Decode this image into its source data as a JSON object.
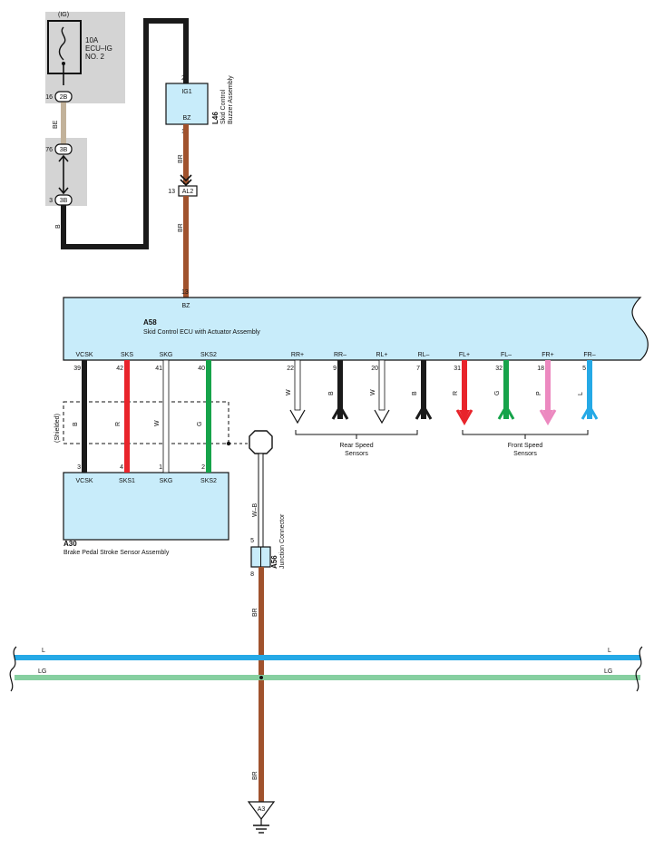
{
  "colors": {
    "black": "#1a1a1a",
    "brown": "#a0522d",
    "beige": "#c2b29a",
    "red": "#e8242b",
    "green": "#16a34a",
    "white": "#ffffff",
    "pink": "#ec89c0",
    "blue": "#25a9e6",
    "light_green": "#86cfa0",
    "component_fill": "#c8ecfa",
    "gray_panel": "#d4d4d4"
  },
  "fuse": {
    "supply": "(IG)",
    "rating": "10A",
    "name": "ECU–IG",
    "number": "NO. 2"
  },
  "connectors": {
    "c1": {
      "pin": "16",
      "label": "2B"
    },
    "c2": {
      "pin": "76",
      "label": "3B"
    },
    "c3": {
      "pin": "3",
      "label": "3B"
    },
    "al2": {
      "pin": "13",
      "label": "AL2"
    }
  },
  "wires": {
    "be": "BE",
    "b_left": "B",
    "br1": "BR",
    "br2": "BR",
    "br3": "BR",
    "br4": "BR",
    "wb": "W–B"
  },
  "buzzer": {
    "id": "L46",
    "name_line1": "Skid Control",
    "name_line2": "Buzzer Assembly",
    "pin_top": "2",
    "term_top": "IG1",
    "term_bottom": "BZ",
    "pin_bottom": "1"
  },
  "ecu": {
    "id": "A58",
    "name": "Skid Control ECU with Actuator Assembly",
    "bz_pin": "13",
    "bz_term": "BZ",
    "terminals": [
      {
        "name": "VCSK",
        "pin": "39",
        "wire": "B"
      },
      {
        "name": "SKS",
        "pin": "42",
        "wire": "R"
      },
      {
        "name": "SKG",
        "pin": "41",
        "wire": "W"
      },
      {
        "name": "SKS2",
        "pin": "40",
        "wire": "G"
      },
      {
        "name": "RR+",
        "pin": "22",
        "wire": "W"
      },
      {
        "name": "RR–",
        "pin": "9",
        "wire": "B"
      },
      {
        "name": "RL+",
        "pin": "20",
        "wire": "W"
      },
      {
        "name": "RL–",
        "pin": "7",
        "wire": "B"
      },
      {
        "name": "FL+",
        "pin": "31",
        "wire": "R"
      },
      {
        "name": "FL–",
        "pin": "32",
        "wire": "G"
      },
      {
        "name": "FR+",
        "pin": "18",
        "wire": "P"
      },
      {
        "name": "FR–",
        "pin": "5",
        "wire": "L"
      }
    ]
  },
  "shielded": "(Shielded)",
  "rear_sensors": {
    "line1": "Rear Speed",
    "line2": "Sensors"
  },
  "front_sensors": {
    "line1": "Front Speed",
    "line2": "Sensors"
  },
  "sensor_assy": {
    "id": "A30",
    "name": "Brake Pedal Stroke Sensor Assembly",
    "terminals": [
      {
        "name": "VCSK",
        "pin": "3"
      },
      {
        "name": "SKS1",
        "pin": "4"
      },
      {
        "name": "SKG",
        "pin": "1"
      },
      {
        "name": "SKS2",
        "pin": "2"
      }
    ]
  },
  "junction": {
    "id": "A56",
    "name": "Junction Connector",
    "pin_top": "5",
    "pin_bottom": "8"
  },
  "bus": {
    "l_left": "L",
    "l_right": "L",
    "lg_left": "LG",
    "lg_right": "LG"
  },
  "ground": {
    "label": "A3"
  }
}
